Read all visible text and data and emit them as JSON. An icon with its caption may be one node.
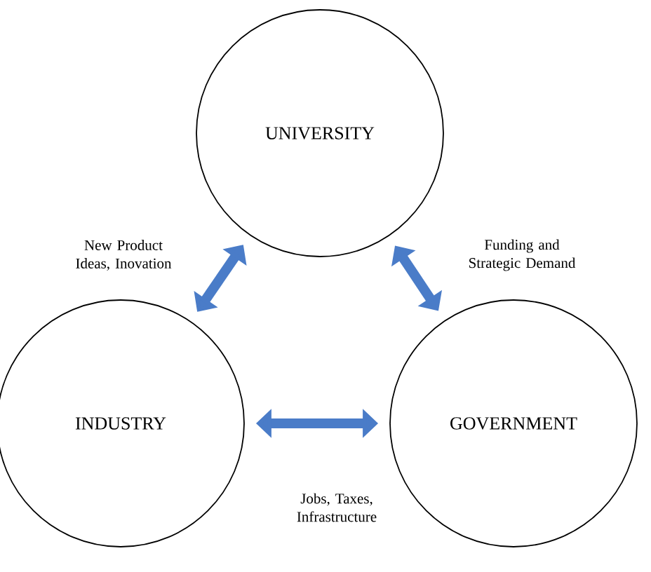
{
  "diagram": {
    "nodes": [
      {
        "text": [
          "UNIVERSITY"
        ]
      },
      {
        "text": [
          "INDUSTRY"
        ]
      },
      {
        "text": [
          "GOVERNMENT"
        ]
      }
    ],
    "edges": [
      {
        "from": 1,
        "to": 0,
        "arrow": "both",
        "label": "New Product Ideas, Inovation"
      },
      {
        "from": 0,
        "to": 2,
        "arrow": "both",
        "label": "Funding and Strategic Demand"
      },
      {
        "from": 1,
        "to": 2,
        "arrow": "both",
        "label": "Jobs, Taxes, Infrastructure"
      }
    ]
  }
}
